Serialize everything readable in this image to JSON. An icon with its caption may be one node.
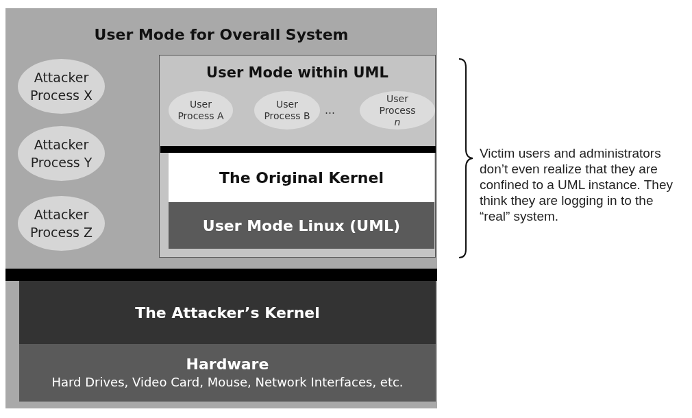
{
  "diagram": {
    "nodes": [
      {
        "text": [
          "User Mode for Overall System"
        ]
      },
      {
        "text": [
          "Attacker Process X"
        ],
        "in": 0
      },
      {
        "text": [
          "Attacker Process Y"
        ],
        "in": 0
      },
      {
        "text": [
          "Attacker Process Z"
        ],
        "in": 0
      },
      {
        "text": [
          "User Mode within UML"
        ],
        "in": 0
      },
      {
        "text": [
          "User Process A"
        ],
        "in": 4
      },
      {
        "text": [
          "User Process B"
        ],
        "in": 4
      },
      {
        "text": [
          "User Process *n*"
        ],
        "in": 4
      },
      {
        "text": [],
        "shape": "bar",
        "in": 4
      },
      {
        "text": [
          "The Original Kernel"
        ],
        "in": 4
      },
      {
        "text": [
          "User Mode Linux (UML)"
        ],
        "in": 4
      },
      {
        "text": [],
        "shape": "bar"
      },
      {
        "text": [
          "The Attacker’s Kernel"
        ]
      },
      {
        "text": [
          "Hardware",
          "Hard Drives, Video Card, Mouse, Network Interfaces, etc."
        ]
      }
    ],
    "edges": [],
    "labels": [
      "…",
      "Victim users and administrators don’t even realize that they are confined to a UML instance. They think they are logging in to the “real” system."
    ]
  }
}
